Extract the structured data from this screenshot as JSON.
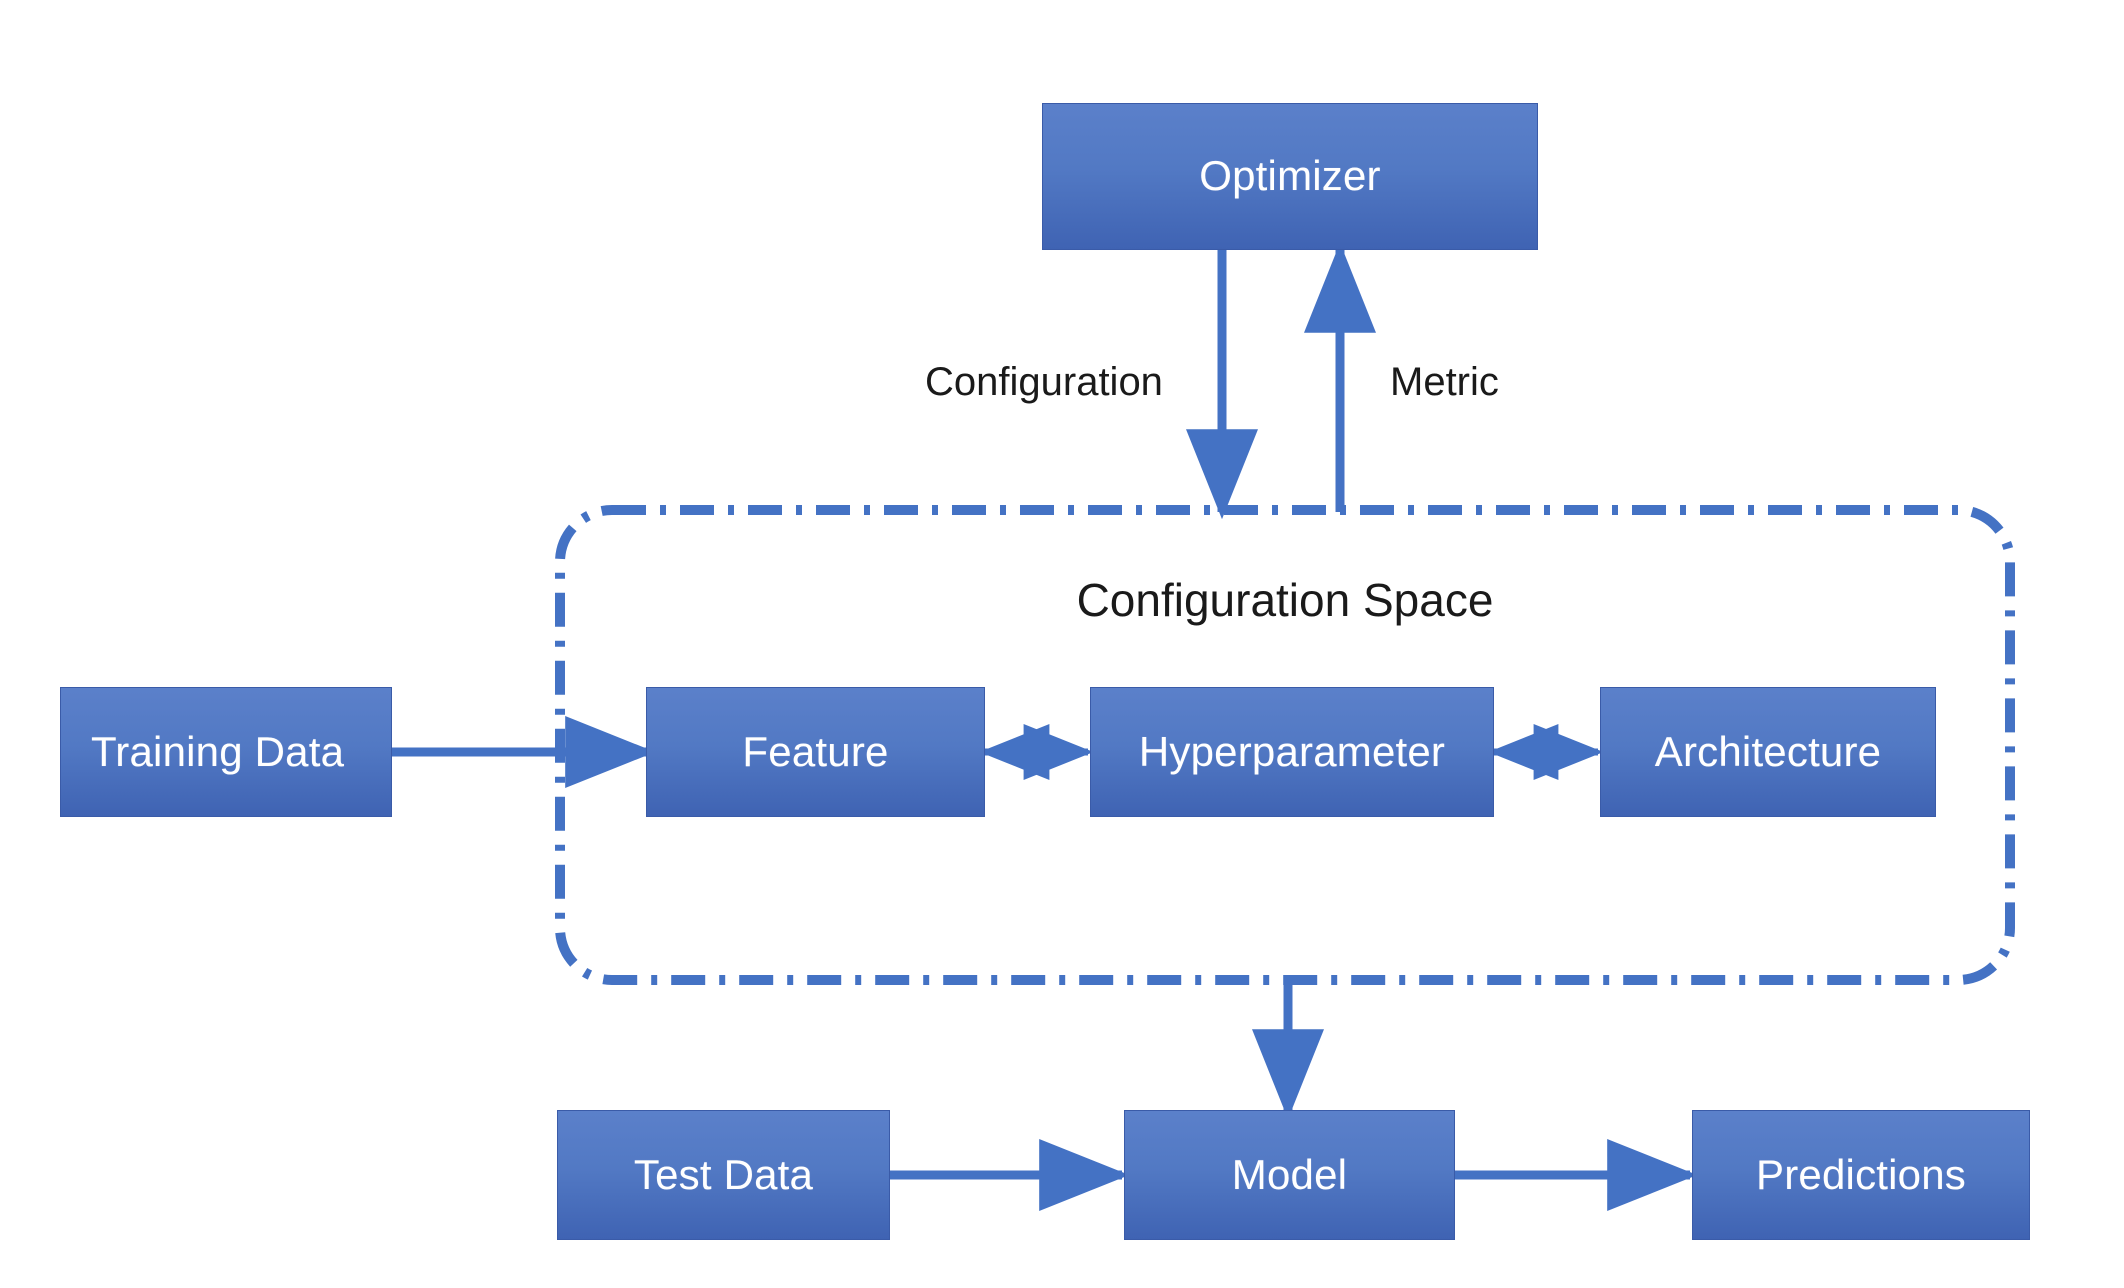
{
  "diagram": {
    "title": "AutoML pipeline diagram",
    "colors": {
      "box_fill_top": "#5b80ca",
      "box_fill_bottom": "#3f63b3",
      "box_border": "#3a5ba8",
      "box_text": "#ffffff",
      "arrow": "#4472c4",
      "dash_border": "#4472c4",
      "label_text": "#1a1a1a",
      "background": "#ffffff"
    },
    "nodes": {
      "optimizer": {
        "label": "Optimizer"
      },
      "training_data": {
        "label": "Training Data"
      },
      "feature": {
        "label": "Feature"
      },
      "hyperparameter": {
        "label": "Hyperparameter"
      },
      "architecture": {
        "label": "Architecture"
      },
      "test_data": {
        "label": "Test Data"
      },
      "model": {
        "label": "Model"
      },
      "predictions": {
        "label": "Predictions"
      }
    },
    "group": {
      "config_space_title": "Configuration Space",
      "border_style": "dash-dot"
    },
    "edge_labels": {
      "configuration": "Configuration",
      "metric": "Metric"
    },
    "edges": [
      {
        "from": "optimizer",
        "to": "configuration-space",
        "label": "Configuration",
        "direction": "down"
      },
      {
        "from": "configuration-space",
        "to": "optimizer",
        "label": "Metric",
        "direction": "up"
      },
      {
        "from": "training_data",
        "to": "feature",
        "label": "",
        "direction": "right"
      },
      {
        "from": "feature",
        "to": "hyperparameter",
        "label": "",
        "direction": "both"
      },
      {
        "from": "hyperparameter",
        "to": "architecture",
        "label": "",
        "direction": "both"
      },
      {
        "from": "configuration-space",
        "to": "model",
        "label": "",
        "direction": "down"
      },
      {
        "from": "test_data",
        "to": "model",
        "label": "",
        "direction": "right"
      },
      {
        "from": "model",
        "to": "predictions",
        "label": "",
        "direction": "right"
      }
    ]
  }
}
